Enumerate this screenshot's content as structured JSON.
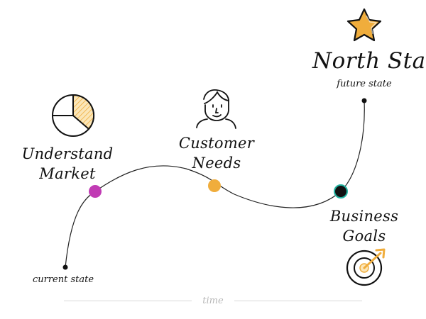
{
  "nodes": {
    "current": {
      "label": "current state"
    },
    "market": {
      "line1": "Understand",
      "line2": "Market",
      "color": "#c13bb4"
    },
    "customer": {
      "line1": "Customer",
      "line2": "Needs",
      "color": "#f0ad3c"
    },
    "business": {
      "line1": "Business",
      "line2": "Goals",
      "color": "#111111",
      "ring": "#22b3a0"
    },
    "north": {
      "title": "North Star",
      "subtitle": "future state",
      "star_color": "#f0ad3c"
    }
  },
  "axis": {
    "label": "time"
  },
  "icons": {
    "market": "pie-chart-icon",
    "customer": "person-icon",
    "business": "target-icon",
    "north": "star-icon"
  }
}
